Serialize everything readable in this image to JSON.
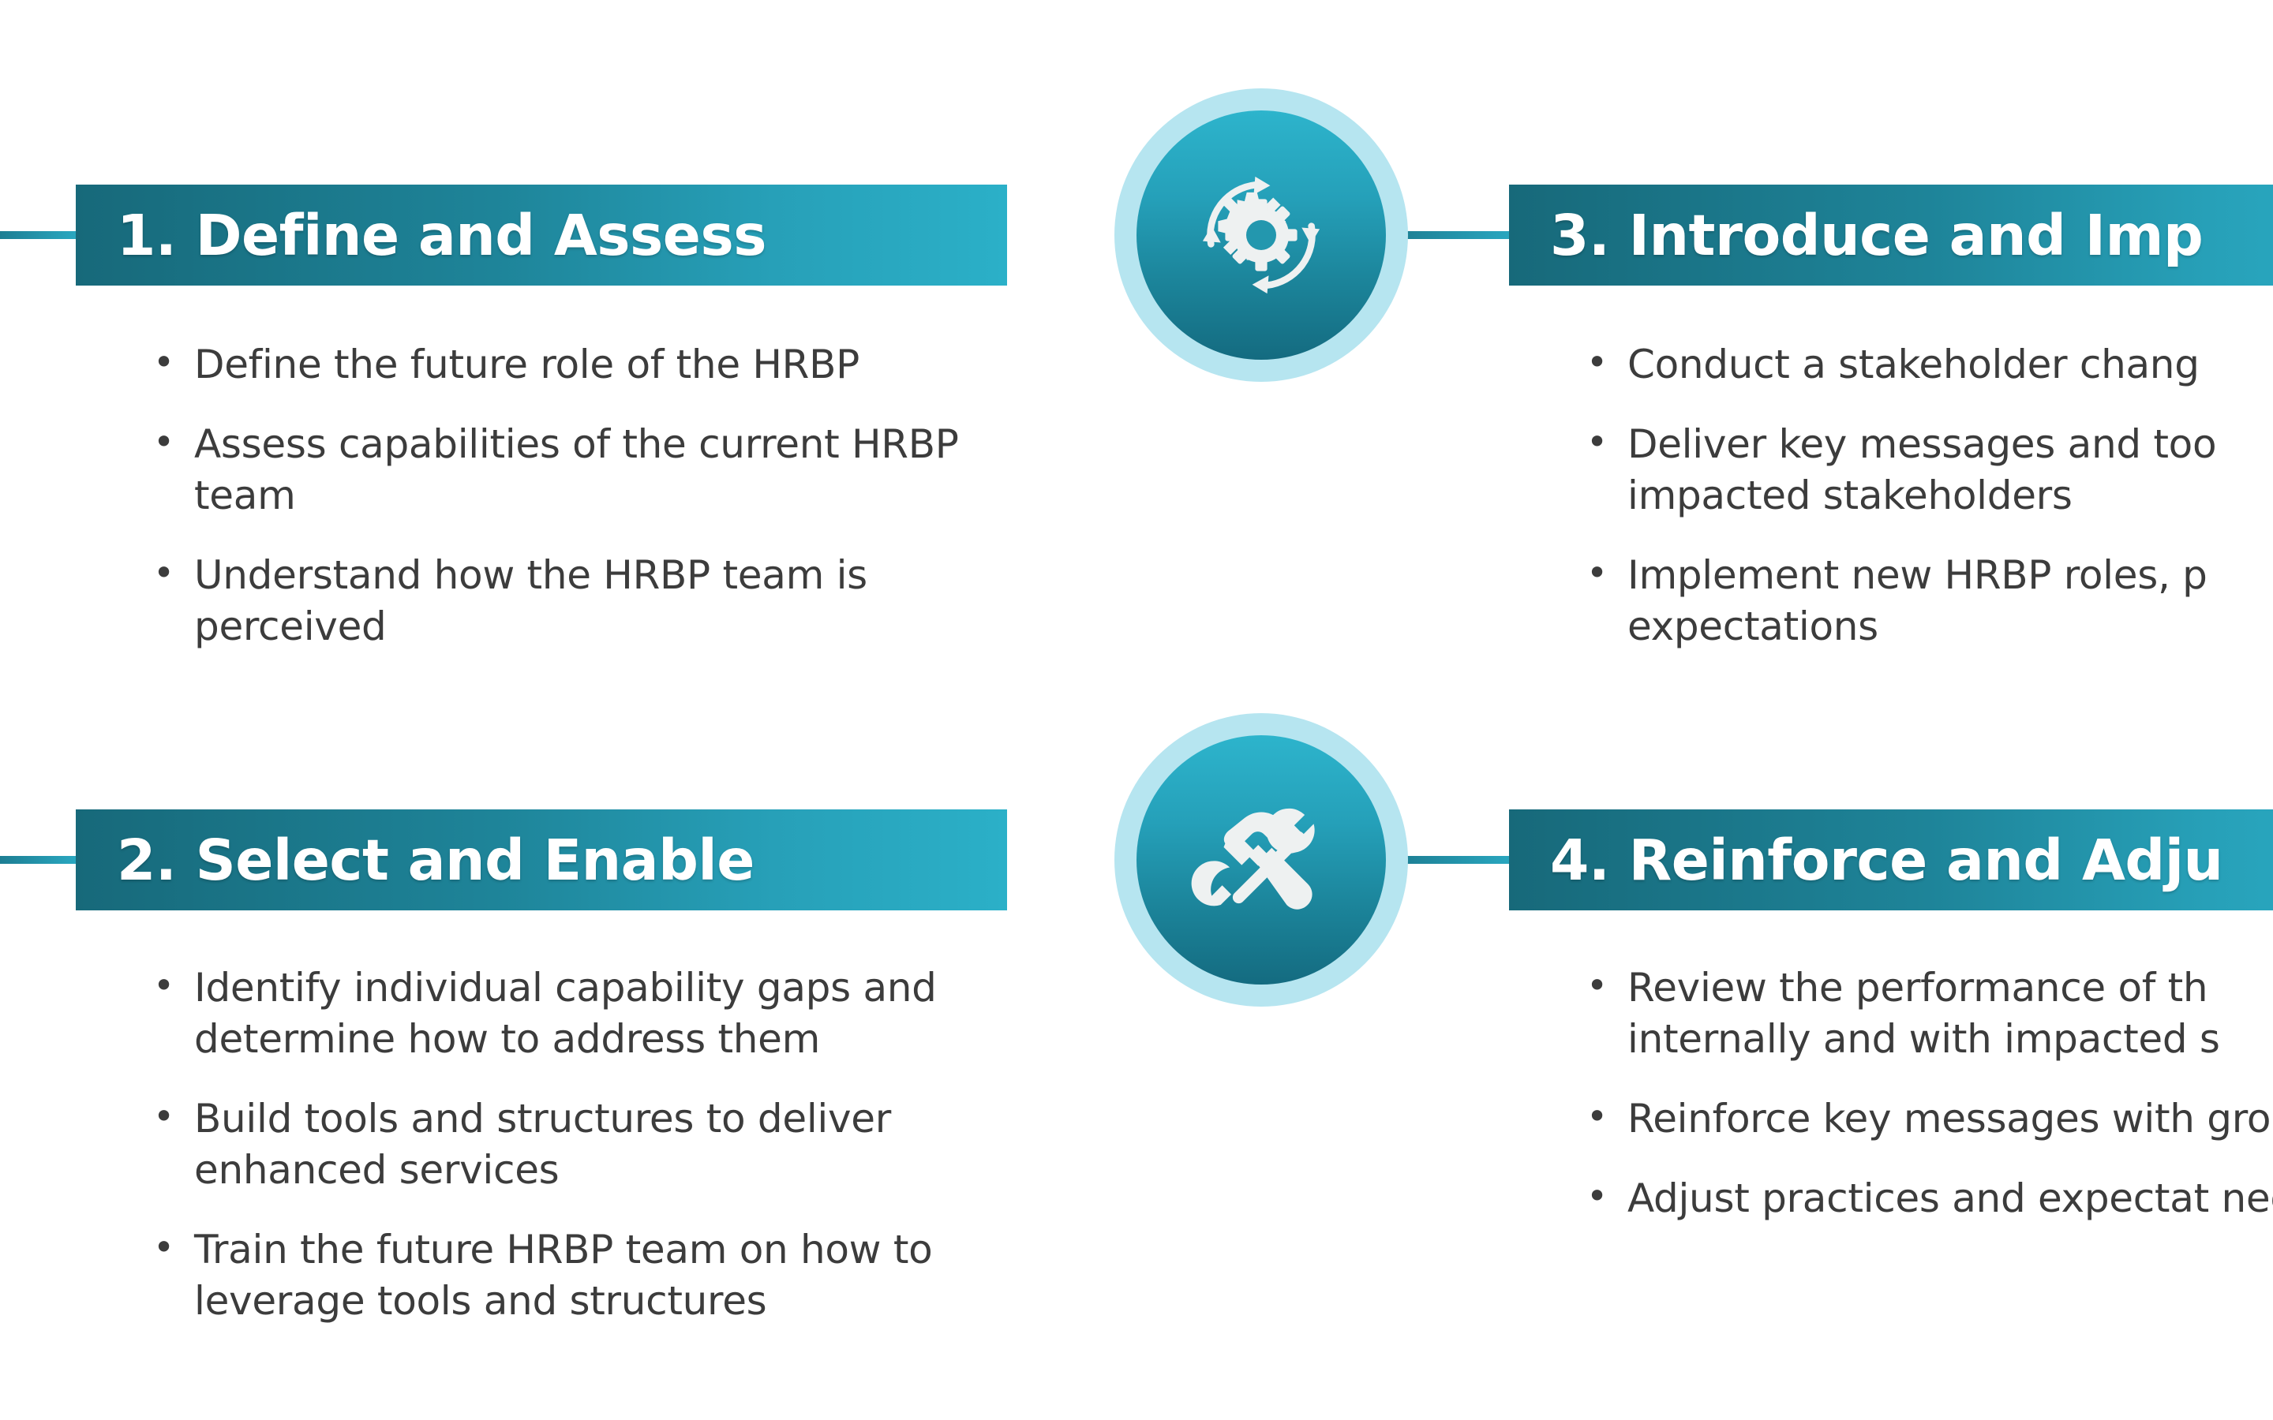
{
  "diagram": {
    "title_visible": false,
    "background_color": "#ffffff",
    "accent_dark": "#17697a",
    "accent_light": "#2bb0c8",
    "ring_color": "#b6e5f0",
    "text_color": "#3c3c3c",
    "connector_color": "#2698b0",
    "note": "right column text is cropped at the image edge"
  },
  "phases": [
    {
      "id": "phase-1",
      "title": "1. Define and Assess",
      "bullets": [
        "Define the future role of the HRBP",
        "Assess capabilities of the current HRBP team",
        "Understand how the HRBP team is perceived"
      ]
    },
    {
      "id": "phase-2",
      "title": "2. Select and Enable",
      "bullets": [
        "Identify individual capability gaps and determine how to address them",
        "Build tools and structures to deliver enhanced services",
        "Train the future HRBP team on how to leverage tools and structures"
      ]
    },
    {
      "id": "phase-3",
      "title": "3. Introduce and Imp",
      "bullets": [
        "Conduct a stakeholder chang",
        "Deliver key messages and too impacted stakeholders",
        "Implement new HRBP roles, p expectations"
      ]
    },
    {
      "id": "phase-4",
      "title": "4. Reinforce and Adju",
      "bullets": [
        "Review the performance of th internally and with impacted s",
        "Reinforce key messages with groups",
        "Adjust practices and expectat needed"
      ]
    }
  ],
  "icons": [
    {
      "id": "icon-top",
      "name": "gear-cycle-icon"
    },
    {
      "id": "icon-bottom",
      "name": "hammer-wrench-icon"
    }
  ]
}
